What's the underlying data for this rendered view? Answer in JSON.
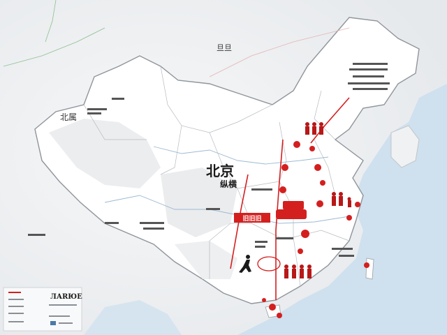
{
  "labels": {
    "north_top": "旦旦",
    "west_region": "北属",
    "beijing_big": "北京",
    "beijing_sub": "纵横",
    "route_tag": "旧旧旧",
    "legend_title": "ЛАRЮЕ"
  },
  "colors": {
    "land": "#ffffff",
    "land_shade": "#e4e6e8",
    "sea": "#cfe0ee",
    "border": "#9aa0a6",
    "red": "#d41f1f",
    "ink": "#1a1a1a"
  },
  "icons": {
    "figures": "person-figure-icon",
    "markers": "red-circle-marker-icon"
  }
}
